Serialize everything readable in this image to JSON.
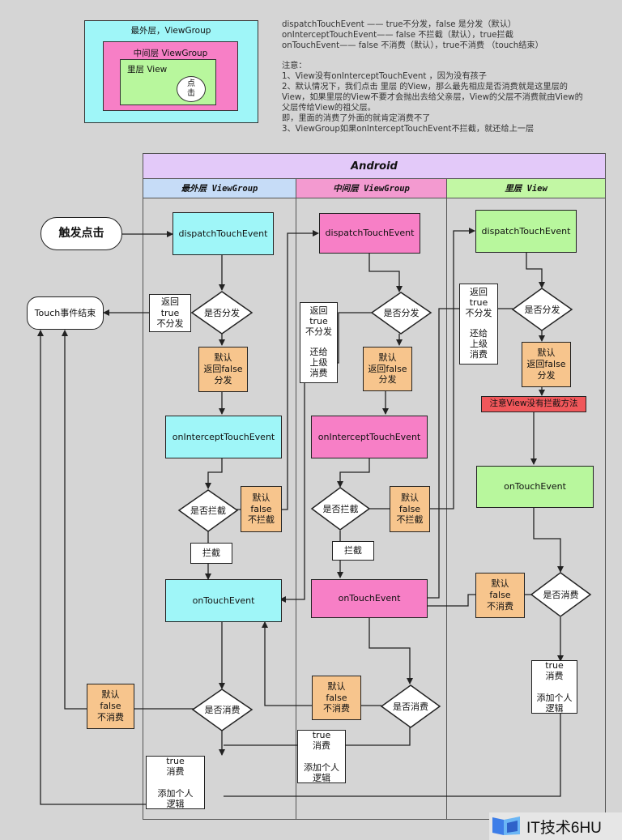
{
  "legend": {
    "outer": "最外层，ViewGroup",
    "middle": "中间层  ViewGroup",
    "inner": "里层 View",
    "click": "点\n击"
  },
  "notes": {
    "line1": "dispatchTouchEvent  —— true不分发，false 是分发（默认）",
    "line2": "onInterceptTouchEvent—— false 不拦截（默认），true拦截",
    "line3": "onTouchEvent—— false 不消费（默认），true不消费  （touch结束）",
    "title": "注意：",
    "item1": "1、View没有onInterceptTouchEvent ，因为没有孩子",
    "item2a": "2、默认情况下，我们点击 里层 的View，那么最先相应是否消费就是这里层的",
    "item2b": "View，如果里层的View不要才会抛出去给父亲层，View的父层不消费就由View的",
    "item2c": "父层传给View的祖父层。",
    "item2d": "即，里面的消费了外面的就肯定消费不了",
    "item3": "3、ViewGroup如果onInterceptTouchEvent不拦截，就还给上一层"
  },
  "diagram": {
    "title": "Android",
    "lanes": {
      "outer": "最外层 ViewGroup",
      "middle": "中间层 ViewGroup",
      "inner": "里层 View"
    },
    "start": "触发点击",
    "end": "Touch事件结束",
    "outer": {
      "dispatch": "dispatchTouchEvent",
      "decision_dispatch": "是否分发",
      "return_true": "返回\ntrue\n不分发",
      "default_dispatch": "默认\n返回false\n分发",
      "intercept": "onInterceptTouchEvent",
      "decision_intercept": "是否拦截",
      "default_intercept": "默认\nfalse\n不拦截",
      "intercept_label": "拦截",
      "touch": "onTouchEvent",
      "decision_consume": "是否消费",
      "default_consume": "默认\nfalse\n不消费",
      "true_consume": "true\n消费\n\n添加个人\n逻辑"
    },
    "middle": {
      "dispatch": "dispatchTouchEvent",
      "decision_dispatch": "是否分发",
      "return_true": "返回\ntrue\n不分发\n\n还给\n上级\n消费",
      "default_dispatch": "默认\n返回false\n分发",
      "intercept": "onInterceptTouchEvent",
      "decision_intercept": "是否拦截",
      "default_intercept": "默认\nfalse\n不拦截",
      "intercept_label": "拦截",
      "touch": "onTouchEvent",
      "decision_consume": "是否消费",
      "default_consume": "默认\nfalse\n不消费",
      "true_consume": "true\n消费\n\n添加个人\n逻辑"
    },
    "inner": {
      "dispatch": "dispatchTouchEvent",
      "decision_dispatch": "是否分发",
      "return_true": "返回\ntrue\n不分发\n\n还给\n上级\n消费",
      "default_dispatch": "默认\n返回false\n分发",
      "warning": "注意View没有拦截方法",
      "touch": "onTouchEvent",
      "decision_consume": "是否消费",
      "default_consume": "默认\nfalse\n不消费",
      "true_consume": "true\n消费\n\n添加个人\n逻辑"
    }
  },
  "watermark": {
    "text": "IT技术6HU"
  },
  "colors": {
    "cyan": "#9ff6f8",
    "pink": "#f77fc6",
    "green": "#b8f79d",
    "orange": "#f7c58d",
    "lavender": "#e3c9f9",
    "red": "#f0575a"
  }
}
